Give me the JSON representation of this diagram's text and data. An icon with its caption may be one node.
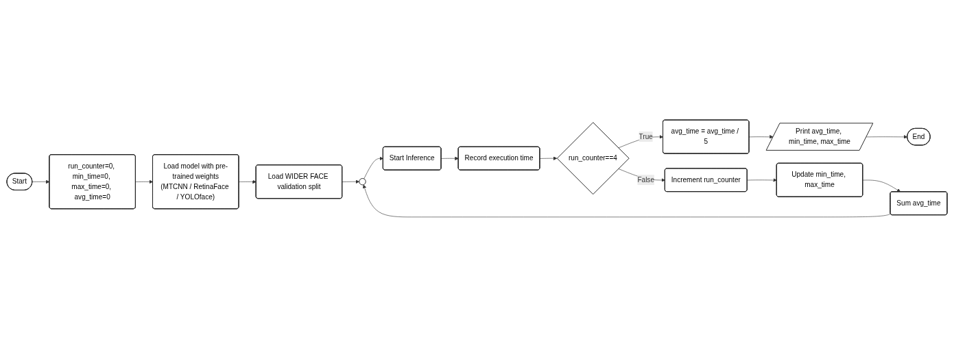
{
  "diagram": {
    "nodes": [
      {
        "text": [
          "Start"
        ]
      },
      {
        "text": [
          "run_counter=0, min_time=0, max_time=0, avg_time=0"
        ]
      },
      {
        "text": [
          "Load model with pre-trained weights",
          "(MTCNN / RetinaFace / YOLOface)"
        ]
      },
      {
        "text": [
          "Load WIDER FACE validation split"
        ]
      },
      {
        "text": [],
        "shape": "circle"
      },
      {
        "text": [
          "Start Inference"
        ]
      },
      {
        "text": [
          "Record execution time"
        ]
      },
      {
        "text": [
          "run_counter==4"
        ]
      },
      {
        "text": [
          "avg_time = avg_time / 5"
        ]
      },
      {
        "text": [
          "Print avg_time, min_time, max_time"
        ]
      },
      {
        "text": [
          "End"
        ]
      },
      {
        "text": [
          "Increment run_counter"
        ]
      },
      {
        "text": [
          "Update min_time, max_time"
        ]
      },
      {
        "text": [
          "Sum avg_time"
        ]
      }
    ],
    "edges": [
      {
        "from": 0,
        "to": 1,
        "arrow": "to"
      },
      {
        "from": 1,
        "to": 2,
        "arrow": "to"
      },
      {
        "from": 2,
        "to": 3,
        "arrow": "to"
      },
      {
        "from": 3,
        "to": 4,
        "arrow": "to"
      },
      {
        "from": 4,
        "to": 5,
        "arrow": "to"
      },
      {
        "from": 5,
        "to": 6,
        "arrow": "to"
      },
      {
        "from": 6,
        "to": 7,
        "arrow": "to"
      },
      {
        "from": 7,
        "to": 8,
        "label": "True",
        "arrow": "to"
      },
      {
        "from": 8,
        "to": 9,
        "arrow": "to"
      },
      {
        "from": 9,
        "to": 10,
        "arrow": "to"
      },
      {
        "from": 7,
        "to": 11,
        "label": "False",
        "arrow": "to"
      },
      {
        "from": 11,
        "to": 12,
        "arrow": "to"
      },
      {
        "from": 12,
        "to": 13,
        "arrow": "to"
      },
      {
        "from": 13,
        "to": 4,
        "arrow": "to"
      }
    ]
  }
}
